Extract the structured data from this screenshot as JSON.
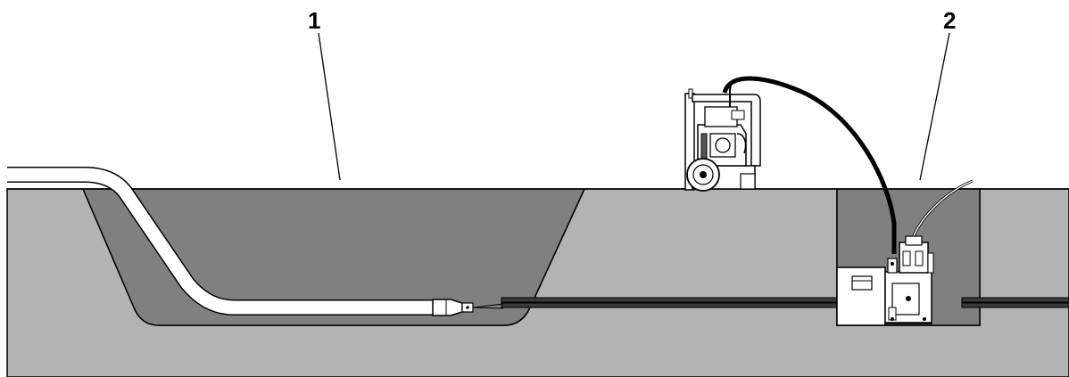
{
  "callouts": [
    {
      "id": "1",
      "label": "1"
    },
    {
      "id": "2",
      "label": "2"
    }
  ],
  "colors": {
    "background": "#ffffff",
    "ground": "#b3b3b3",
    "pit": "#808080",
    "outline": "#000000",
    "pipe": "#ffffff",
    "machine": "#ffffff"
  },
  "icons": {
    "launch_pit": "excavation-pit",
    "receiving_pit": "excavation-pit",
    "pipe": "flexible-pipe",
    "power_unit": "hydraulic-power-pack",
    "puller": "pipe-pulling-machine"
  }
}
